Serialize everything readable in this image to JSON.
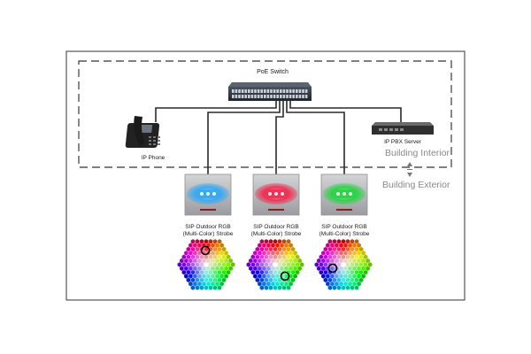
{
  "labels": {
    "poe_switch": "PoE Switch",
    "ip_phone": "IP Phone",
    "ip_pbx_server": "IP PBX Server",
    "building_interior": "Building Interior",
    "building_exterior": "Building Exterior"
  },
  "strobes": [
    {
      "line1": "SIP Outdoor RGB",
      "line2": "(Multi-Color) Strobe",
      "color": "#3aa9f0"
    },
    {
      "line1": "SIP Outdoor RGB",
      "line2": "(Multi-Color) Strobe",
      "color": "#ee3355"
    },
    {
      "line1": "SIP Outdoor RGB",
      "line2": "(Multi-Color) Strobe",
      "color": "#2fd24a"
    }
  ],
  "colors": {
    "frame": "#333333",
    "dashed_border": "#555555",
    "cable": "#2a2a2a",
    "switch_body": "#2e3440",
    "pbx_body": "#3a3a3a",
    "strobe_body": "#b7b9bb"
  }
}
